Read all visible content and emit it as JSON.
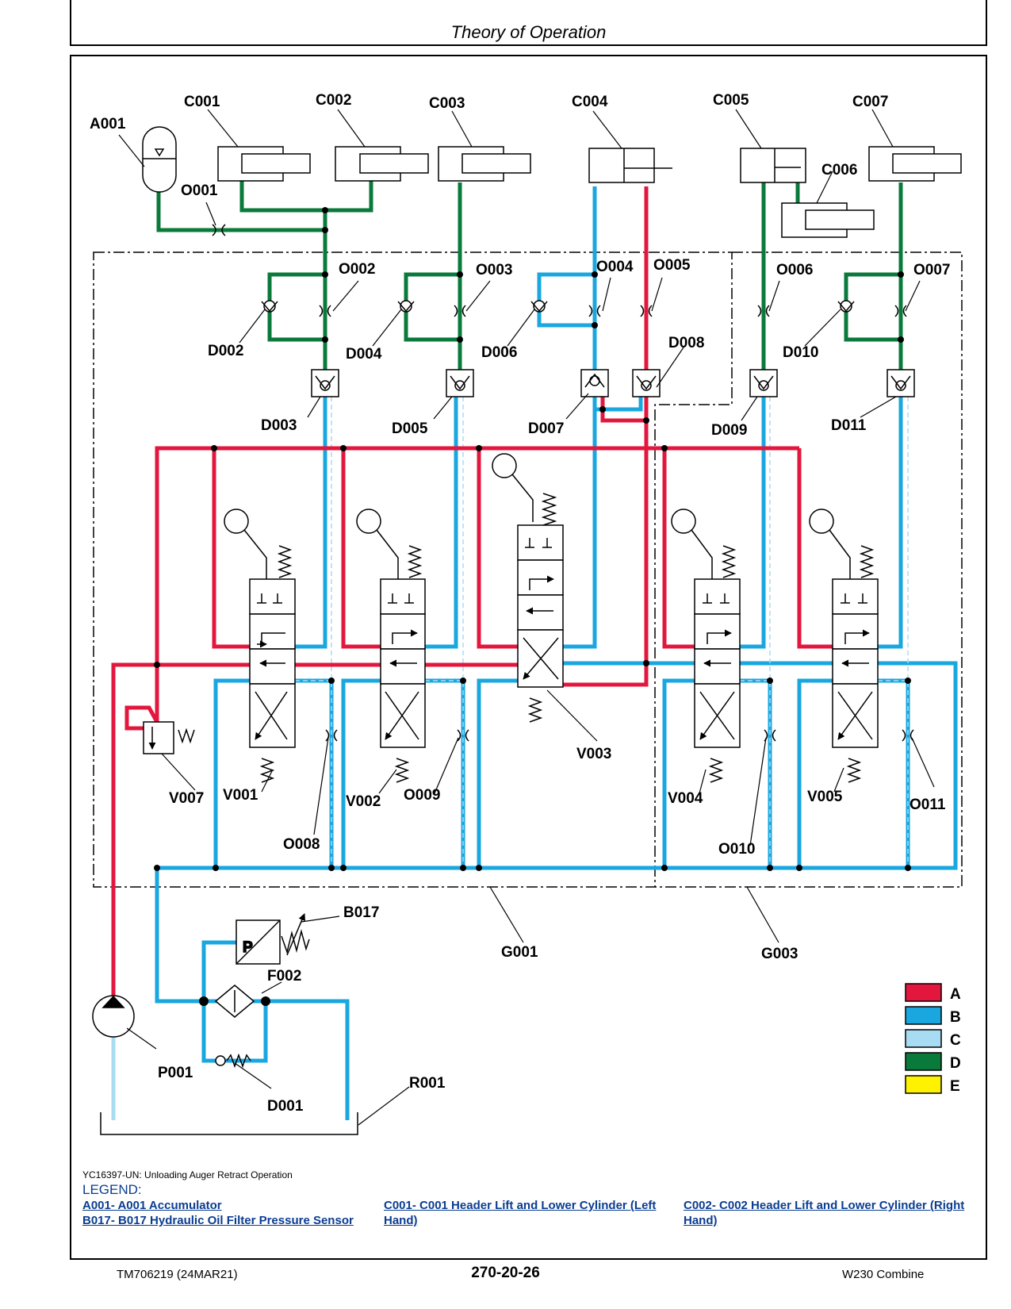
{
  "header": {
    "title": "Theory of Operation"
  },
  "labels": {
    "A001": "A001",
    "O001": "O001",
    "C001": "C001",
    "C002": "C002",
    "C003": "C003",
    "C004": "C004",
    "C005": "C005",
    "C006": "C006",
    "C007": "C007",
    "O002": "O002",
    "O003": "O003",
    "O004": "O004",
    "O005": "O005",
    "O006": "O006",
    "O007": "O007",
    "D002": "D002",
    "D004": "D004",
    "D006": "D006",
    "D008": "D008",
    "D010": "D010",
    "D003": "D003",
    "D005": "D005",
    "D007": "D007",
    "D009": "D009",
    "D011": "D011",
    "V001": "V001",
    "V002": "V002",
    "V003": "V003",
    "V004": "V004",
    "V005": "V005",
    "V007": "V007",
    "O008": "O008",
    "O009": "O009",
    "O010": "O010",
    "O011": "O011",
    "G001": "G001",
    "G003": "G003",
    "B017": "B017",
    "F002": "F002",
    "P001": "P001",
    "D001": "D001",
    "R001": "R001"
  },
  "color_legend": [
    {
      "label": "A",
      "color": "#e3173e"
    },
    {
      "label": "B",
      "color": "#1aa7e0"
    },
    {
      "label": "C",
      "color": "#a8dcf3"
    },
    {
      "label": "D",
      "color": "#0a7a3b"
    },
    {
      "label": "E",
      "color": "#fff200"
    }
  ],
  "caption": "YC16397-UN: Unloading Auger Retract Operation",
  "legend": {
    "heading": "LEGEND:",
    "a001": "A001- A001 Accumulator",
    "c001": "C001- C001 Header Lift and Lower Cylinder (Left Hand)",
    "c002": "C002- C002 Header Lift and Lower Cylinder (Right Hand)",
    "b017": "B017- B017 Hydraulic Oil Filter Pressure Sensor"
  },
  "footer": {
    "left": "TM706219 (24MAR21)",
    "center": "270-20-26",
    "right": "W230 Combine"
  }
}
